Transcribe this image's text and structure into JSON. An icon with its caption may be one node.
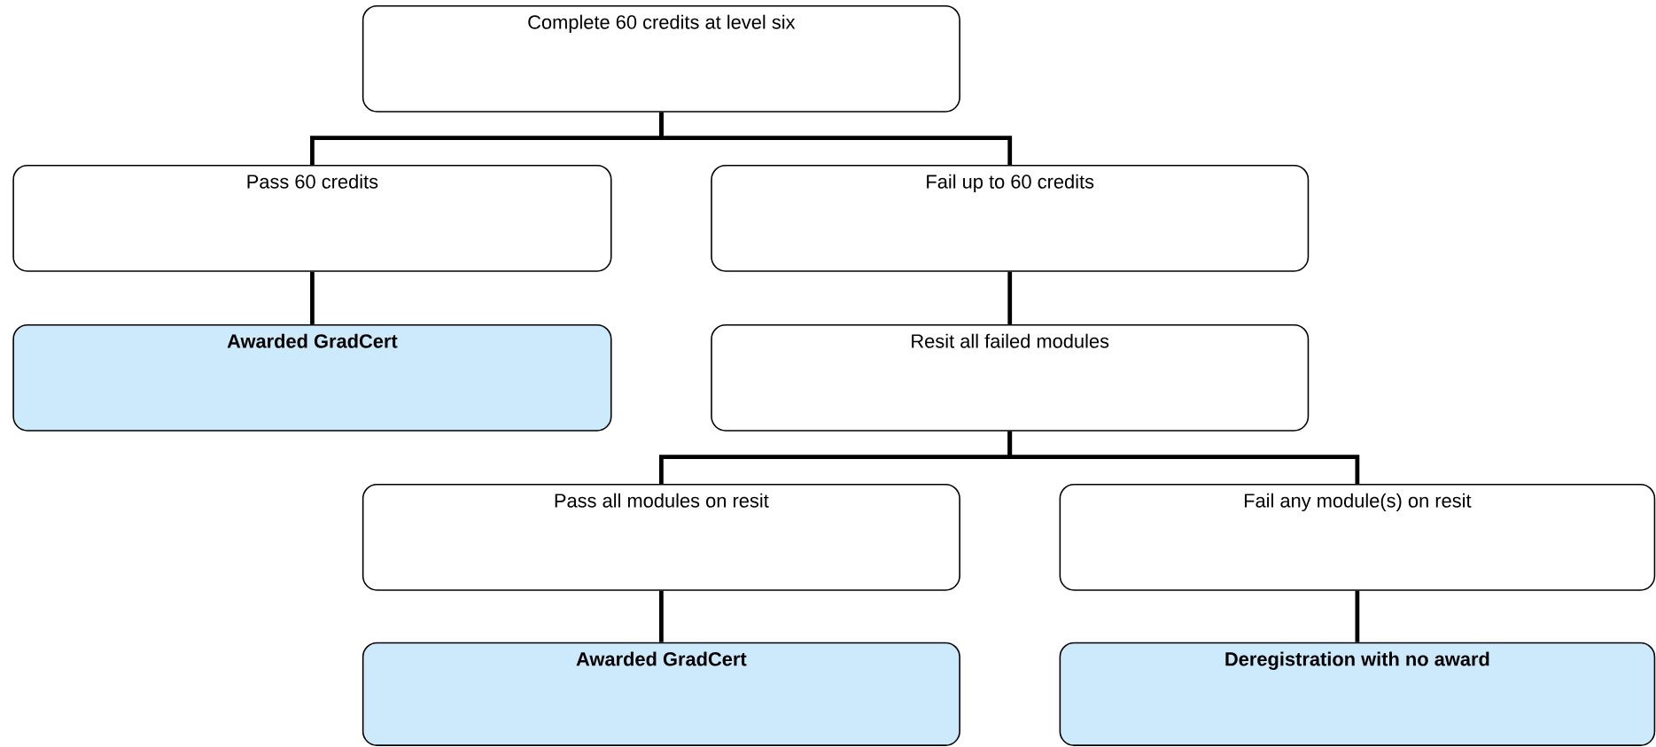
{
  "diagram": {
    "nodes": [
      {
        "text": [
          "Complete 60 credits at level six"
        ]
      },
      {
        "text": [
          "Pass 60 credits"
        ]
      },
      {
        "text": [
          "Fail up to 60 credits"
        ]
      },
      {
        "text": [
          "Awarded GradCert"
        ]
      },
      {
        "text": [
          "Resit all failed modules"
        ]
      },
      {
        "text": [
          "Pass all modules on resit"
        ]
      },
      {
        "text": [
          "Fail any module(s) on resit"
        ]
      },
      {
        "text": [
          "Awarded GradCert"
        ]
      },
      {
        "text": [
          "Deregistration with no award"
        ]
      }
    ],
    "edges": [
      {
        "from": 0,
        "to": 1,
        "arrow": "none"
      },
      {
        "from": 0,
        "to": 2,
        "arrow": "none"
      },
      {
        "from": 1,
        "to": 3,
        "arrow": "none"
      },
      {
        "from": 2,
        "to": 4,
        "arrow": "none"
      },
      {
        "from": 4,
        "to": 5,
        "arrow": "none"
      },
      {
        "from": 4,
        "to": 6,
        "arrow": "none"
      },
      {
        "from": 5,
        "to": 7,
        "arrow": "none"
      },
      {
        "from": 6,
        "to": 8,
        "arrow": "none"
      }
    ]
  }
}
